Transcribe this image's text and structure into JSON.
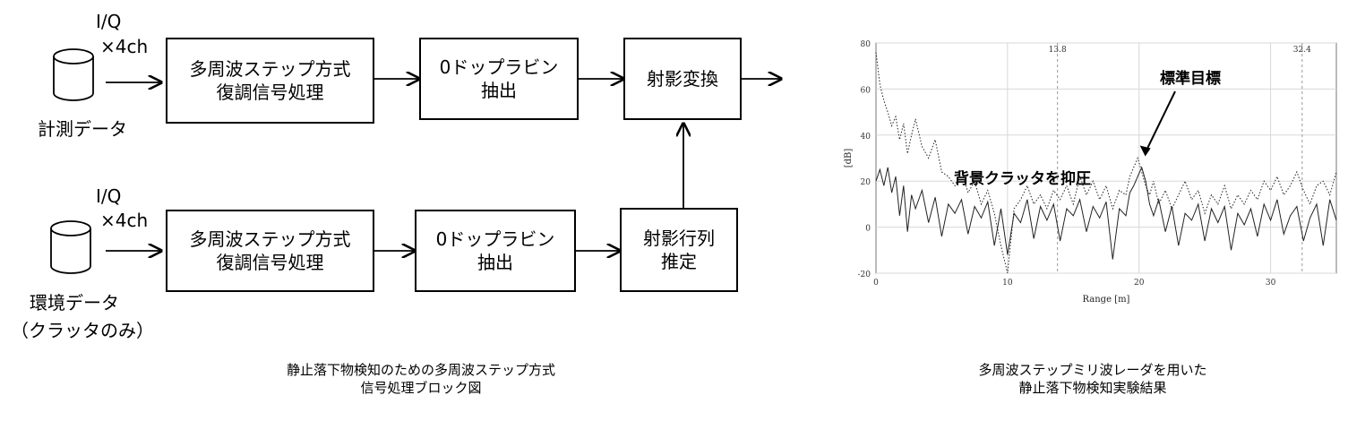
{
  "diagram": {
    "top_row": {
      "source_label": "計測データ",
      "channels_line1": "I/Q",
      "channels_line2": "×4ch",
      "box1_line1": "多周波ステップ方式",
      "box1_line2": "復調信号処理",
      "box2_line1": "0ドップラビン",
      "box2_line2": "抽出",
      "box3": "射影変換"
    },
    "bottom_row": {
      "source_label_line1": "環境データ",
      "source_label_line2": "（クラッタのみ）",
      "channels_line1": "I/Q",
      "channels_line2": "×4ch",
      "box1_line1": "多周波ステップ方式",
      "box1_line2": "復調信号処理",
      "box2_line1": "0ドップラビン",
      "box2_line2": "抽出",
      "box3_line1": "射影行列",
      "box3_line2": "推定"
    },
    "caption_line1": "静止落下物検知のための多周波ステップ方式",
    "caption_line2": "信号処理ブロック図"
  },
  "chart_data": {
    "type": "line",
    "xlabel": "Range [m]",
    "ylabel": "[dB]",
    "xlim": [
      0,
      35
    ],
    "ylim": [
      -20,
      80
    ],
    "x_ticks": [
      "0",
      "10",
      "20",
      "30"
    ],
    "y_ticks": [
      "-20",
      "0",
      "20",
      "40",
      "60",
      "80"
    ],
    "reference_lines": [
      {
        "x": 13.8,
        "label": "13.8"
      },
      {
        "x": 32.4,
        "label": "32.4"
      }
    ],
    "grid": true,
    "annotations": [
      {
        "text": "標準目標",
        "x": 20.2,
        "y": 30
      },
      {
        "text": "背景クラッタを抑圧"
      }
    ],
    "series": [
      {
        "style": "solid",
        "x": [
          0,
          0.3,
          0.6,
          0.9,
          1.2,
          1.5,
          1.8,
          2.1,
          2.4,
          2.7,
          3.0,
          3.5,
          4.0,
          4.5,
          5.0,
          5.5,
          6.0,
          6.5,
          7.0,
          7.5,
          8.0,
          8.5,
          9.0,
          9.5,
          10.0,
          10.5,
          11.0,
          11.5,
          12.0,
          12.5,
          13.0,
          13.5,
          14.0,
          14.5,
          15.0,
          15.5,
          16.0,
          16.5,
          17.0,
          17.5,
          18.0,
          18.5,
          19.0,
          19.3,
          19.6,
          19.9,
          20.2,
          20.5,
          20.8,
          21.1,
          21.5,
          22.0,
          22.5,
          23.0,
          23.5,
          24.0,
          24.5,
          25.0,
          25.5,
          26.0,
          26.5,
          27.0,
          27.5,
          28.0,
          28.5,
          29.0,
          29.5,
          30.0,
          30.5,
          31.0,
          31.5,
          32.0,
          32.5,
          33.0,
          33.5,
          34.0,
          34.5,
          35.0
        ],
        "values": [
          20,
          25,
          18,
          26,
          15,
          22,
          5,
          18,
          -2,
          14,
          8,
          16,
          2,
          13,
          -4,
          10,
          6,
          12,
          -3,
          9,
          4,
          11,
          -8,
          8,
          -12,
          6,
          2,
          12,
          -5,
          9,
          3,
          10,
          -6,
          8,
          5,
          12,
          -2,
          9,
          4,
          11,
          -14,
          8,
          5,
          15,
          18,
          22,
          26,
          20,
          10,
          5,
          12,
          -2,
          9,
          -8,
          6,
          3,
          10,
          -6,
          8,
          2,
          9,
          -10,
          6,
          1,
          8,
          -4,
          10,
          3,
          12,
          -3,
          5,
          9,
          -6,
          4,
          10,
          -8,
          12,
          3
        ]
      },
      {
        "style": "dotted",
        "x": [
          0,
          0.3,
          0.6,
          0.9,
          1.2,
          1.5,
          1.8,
          2.1,
          2.4,
          2.7,
          3.0,
          3.5,
          4.0,
          4.5,
          5.0,
          5.5,
          6.0,
          6.5,
          7.0,
          7.5,
          8.0,
          8.5,
          9.0,
          9.5,
          10.0,
          10.5,
          11.0,
          11.5,
          12.0,
          12.5,
          13.0,
          13.5,
          14.0,
          14.5,
          15.0,
          15.5,
          16.0,
          16.5,
          17.0,
          17.5,
          18.0,
          18.5,
          19.0,
          19.3,
          19.6,
          19.9,
          20.2,
          20.5,
          20.8,
          21.1,
          21.5,
          22.0,
          22.5,
          23.0,
          23.5,
          24.0,
          24.5,
          25.0,
          25.5,
          26.0,
          26.5,
          27.0,
          27.5,
          28.0,
          28.5,
          29.0,
          29.5,
          30.0,
          30.5,
          31.0,
          31.5,
          32.0,
          32.5,
          33.0,
          33.5,
          34.0,
          34.5,
          35.0
        ],
        "values": [
          76,
          62,
          55,
          50,
          44,
          48,
          38,
          45,
          32,
          40,
          47,
          35,
          30,
          38,
          24,
          22,
          18,
          25,
          15,
          20,
          10,
          16,
          6,
          -8,
          -20,
          8,
          12,
          18,
          10,
          14,
          8,
          16,
          12,
          18,
          10,
          22,
          14,
          20,
          12,
          18,
          8,
          16,
          14,
          22,
          26,
          30,
          24,
          18,
          14,
          20,
          10,
          16,
          8,
          14,
          20,
          12,
          16,
          6,
          14,
          10,
          18,
          8,
          14,
          10,
          16,
          12,
          20,
          16,
          22,
          14,
          18,
          24,
          16,
          10,
          18,
          20,
          14,
          24
        ]
      }
    ]
  },
  "chart_caption_line1": "多周波ステップミリ波レーダを用いた",
  "chart_caption_line2": "静止落下物検知実験結果"
}
